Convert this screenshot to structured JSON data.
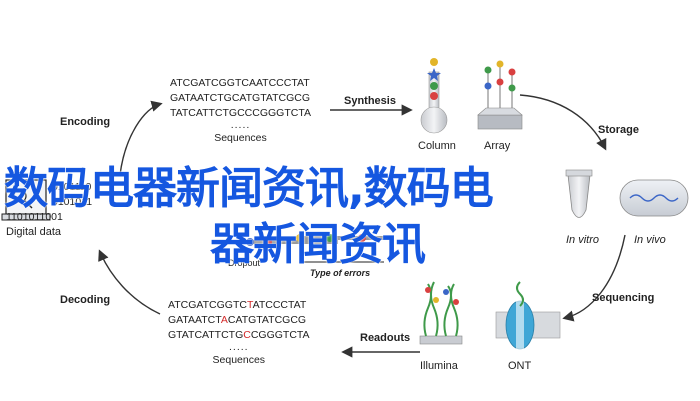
{
  "labels": {
    "encoding": "Encoding",
    "synthesis": "Synthesis",
    "storage": "Storage",
    "sequencing": "Sequencing",
    "readouts": "Readouts",
    "decoding": "Decoding",
    "column": "Column",
    "array": "Array",
    "in_vitro": "In vitro",
    "in_vivo": "In vivo",
    "illumina": "Illumina",
    "ont": "ONT",
    "digital_data": "Digital data",
    "type_of_errors": "Type of errors",
    "dropout": "Dropout"
  },
  "top_sequences": {
    "lines": [
      "ATCGATCGGTCAATCCCTAT",
      "GATAATCTGCATGTATCGCG",
      "TATCATTCTGCCCGGGTCTA"
    ],
    "dots": ".....",
    "label": "Sequences"
  },
  "bottom_sequences": {
    "line1": {
      "pre": "ATCGATCGGTC",
      "hl": "T",
      "post": "ATCCCTAT"
    },
    "line2": {
      "pre": "GATAATCT",
      "hl": "A",
      "post": "CATGTATCGCG"
    },
    "line3": {
      "pre": "GTATCATTCTG",
      "hl": "C",
      "post": "CGGGTCTA"
    },
    "dots": ".....",
    "label": "Sequences"
  },
  "digital": {
    "lines": [
      "0101110",
      "0101011",
      "1101011001"
    ]
  },
  "overlay": {
    "line1": "数码电器新闻资讯,数码电",
    "line2": "器新闻资讯"
  },
  "colors": {
    "overlay_text": "#1557e0",
    "error_highlight": "#d32a2a",
    "arrow": "#333333",
    "base_red": "#d94040",
    "base_blue": "#3b66c7",
    "base_green": "#3f9a4a",
    "base_yellow": "#e2b52a"
  }
}
